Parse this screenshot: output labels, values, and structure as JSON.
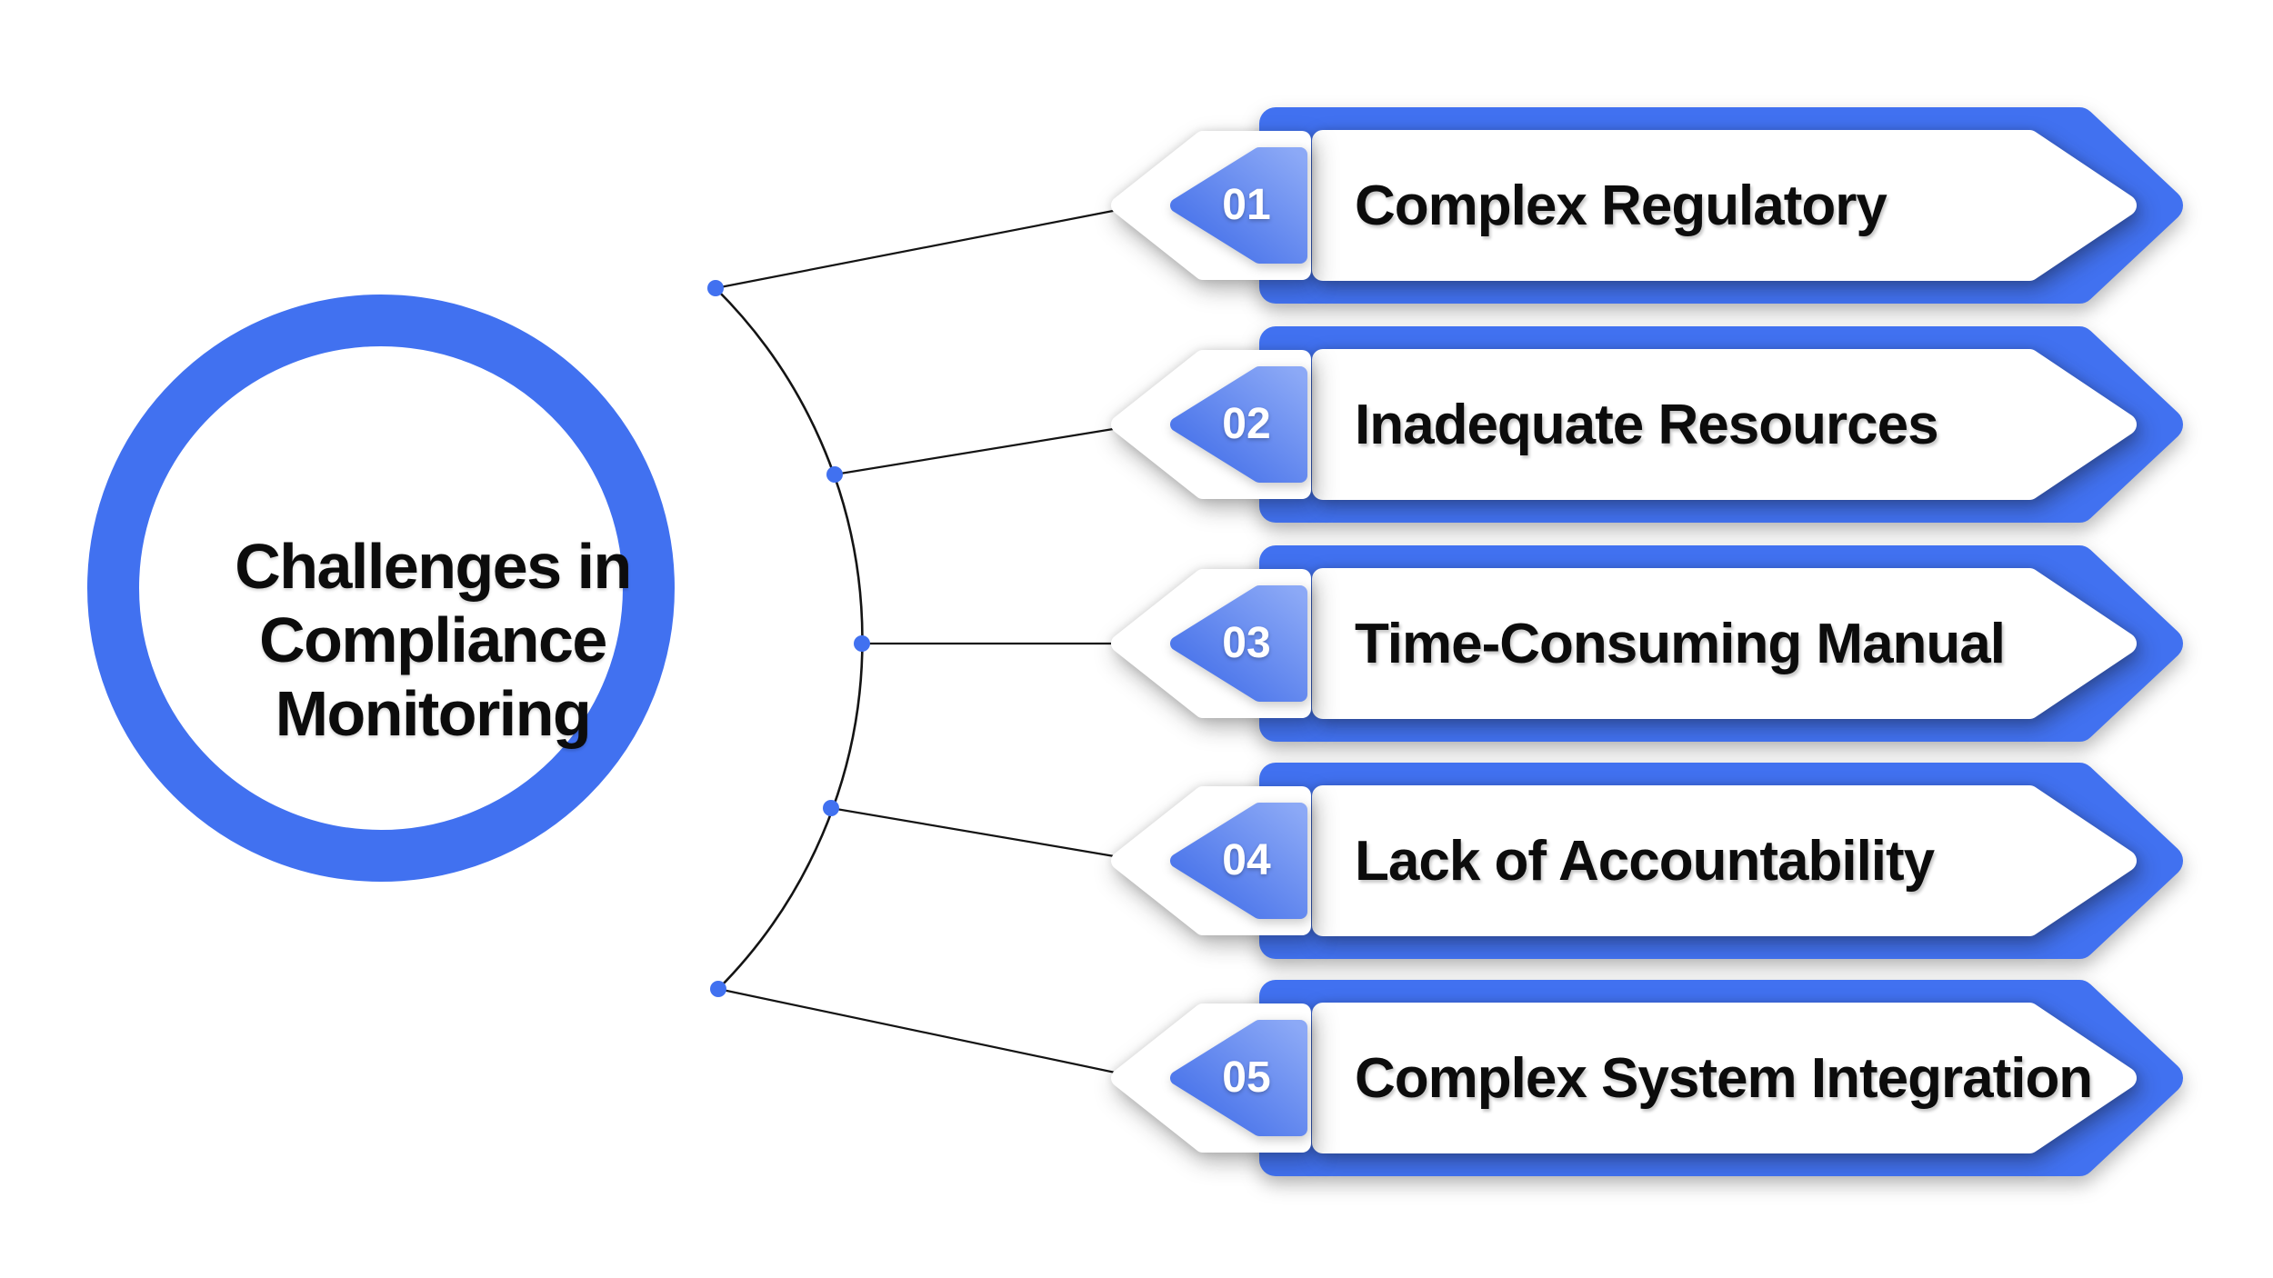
{
  "center": {
    "title": "Challenges in Compliance Monitoring",
    "title_lines": [
      "Challenges in",
      "Compliance",
      "Monitoring"
    ]
  },
  "items": [
    {
      "number": "01",
      "label": "Complex Regulatory"
    },
    {
      "number": "02",
      "label": "Inadequate Resources"
    },
    {
      "number": "03",
      "label": "Time-Consuming Manual"
    },
    {
      "number": "04",
      "label": "Lack of Accountability"
    },
    {
      "number": "05",
      "label": "Complex System Integration"
    }
  ],
  "colors": {
    "accent": "#4171F0",
    "text": "#0c0c0c",
    "number_text": "#ffffff",
    "connector": "#141414",
    "pent_start": "#3D6AE8",
    "pent_end": "#8CA9F6",
    "page_bg": "#ffffff"
  }
}
